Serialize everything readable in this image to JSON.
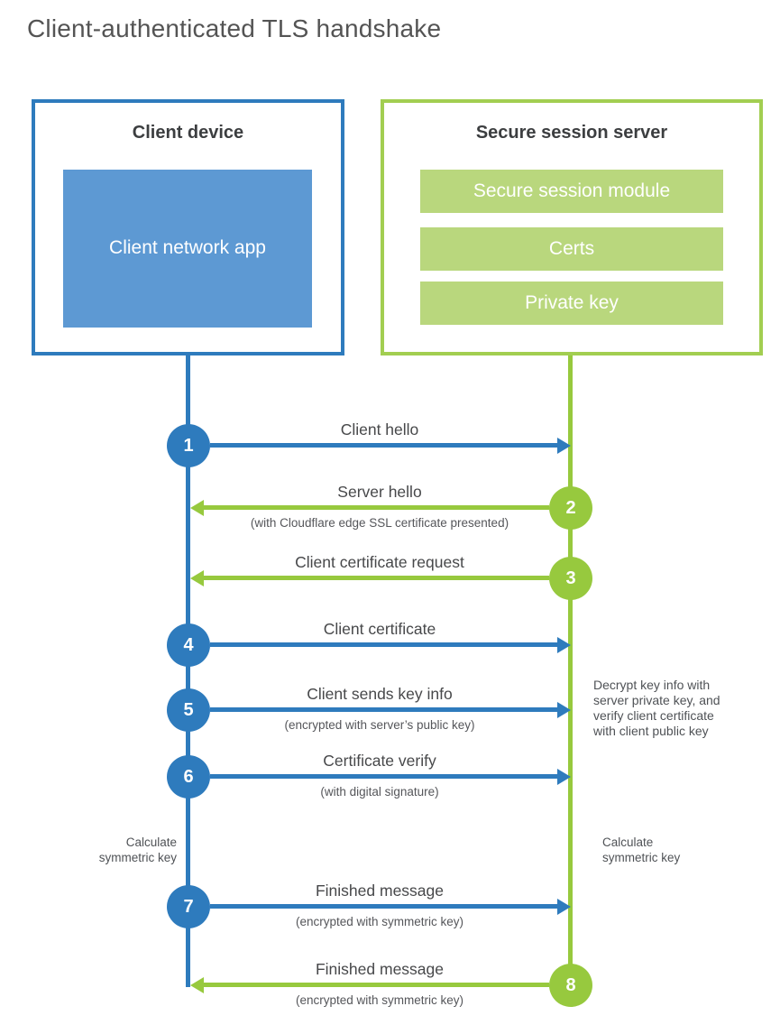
{
  "title": "Client-authenticated TLS handshake",
  "colors": {
    "client_blue": "#2e7bbd",
    "client_fill_blue": "#5d99d3",
    "server_green": "#97c93e",
    "server_border_green": "#a2ce51",
    "server_fill_green": "#b9d77d"
  },
  "client_box": {
    "title": "Client device",
    "app_label": "Client network app"
  },
  "server_box": {
    "title": "Secure session server",
    "modules": [
      "Secure session module",
      "Certs",
      "Private key"
    ]
  },
  "steps": [
    {
      "num": "1",
      "from": "client",
      "to": "server",
      "label": "Client hello",
      "sub": ""
    },
    {
      "num": "2",
      "from": "server",
      "to": "client",
      "label": "Server hello",
      "sub": "(with Cloudflare edge SSL certificate presented)"
    },
    {
      "num": "3",
      "from": "server",
      "to": "client",
      "label": "Client certificate request",
      "sub": ""
    },
    {
      "num": "4",
      "from": "client",
      "to": "server",
      "label": "Client certificate",
      "sub": ""
    },
    {
      "num": "5",
      "from": "client",
      "to": "server",
      "label": "Client sends key info",
      "sub": "(encrypted with server’s public key)"
    },
    {
      "num": "6",
      "from": "client",
      "to": "server",
      "label": "Certificate verify",
      "sub": "(with digital signature)"
    },
    {
      "num": "7",
      "from": "client",
      "to": "server",
      "label": "Finished message",
      "sub": "(encrypted with symmetric key)"
    },
    {
      "num": "8",
      "from": "server",
      "to": "client",
      "label": "Finished message",
      "sub": "(encrypted with symmetric key)"
    }
  ],
  "annotations": {
    "decrypt_note": "Decrypt key info with server private key, and verify client certificate with client public key",
    "calc_left": "Calculate symmetric key",
    "calc_right": "Calculate symmetric key"
  }
}
